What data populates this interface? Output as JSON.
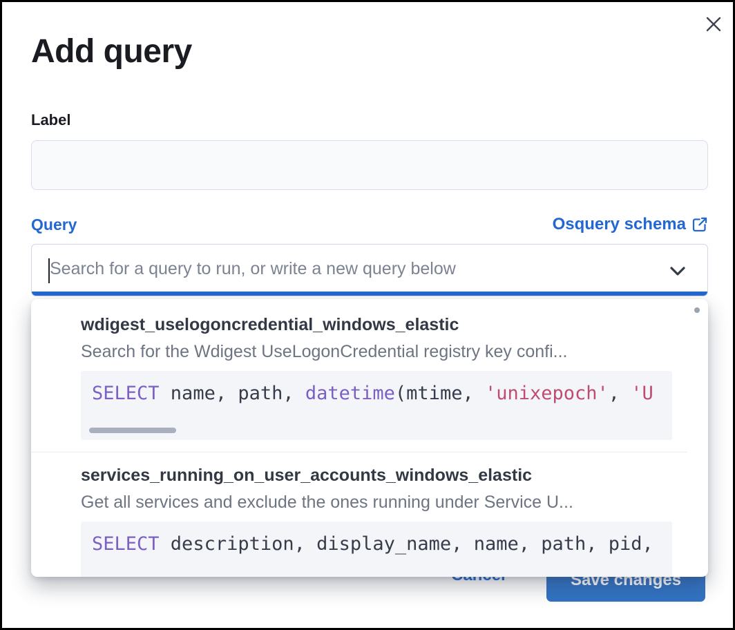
{
  "modal": {
    "title": "Add query"
  },
  "form": {
    "label_field": {
      "label": "Label",
      "value": ""
    },
    "query_field": {
      "label": "Query",
      "schema_link_label": "Osquery schema",
      "placeholder": "Search for a query to run, or write a new query below",
      "value": ""
    }
  },
  "dropdown": {
    "options": [
      {
        "name": "wdigest_uselogoncredential_windows_elastic",
        "description": "Search for the Wdigest UseLogonCredential registry key confi...",
        "sql_tokens": [
          [
            "keyword",
            "SELECT"
          ],
          [
            "plain",
            " name, path, "
          ],
          [
            "function",
            "datetime"
          ],
          [
            "plain",
            "(mtime, "
          ],
          [
            "string",
            "'unixepoch'"
          ],
          [
            "plain",
            ", "
          ],
          [
            "string",
            "'U"
          ]
        ],
        "h_scrollbar": true
      },
      {
        "name": "services_running_on_user_accounts_windows_elastic",
        "description": "Get all services and exclude the ones running under Service U...",
        "sql_tokens": [
          [
            "keyword",
            "SELECT"
          ],
          [
            "plain",
            " description, display_name, name, path, pid,"
          ]
        ],
        "h_scrollbar": false
      }
    ]
  },
  "footer": {
    "cancel_label": "Cancel",
    "save_label": "Save changes"
  },
  "colors": {
    "primary_blue": "#2368d1",
    "button_fill": "#3273c4",
    "code_keyword": "#7b5fc2",
    "code_function": "#7b5fc2",
    "code_string": "#c14b70",
    "code_plain": "#363c49"
  }
}
